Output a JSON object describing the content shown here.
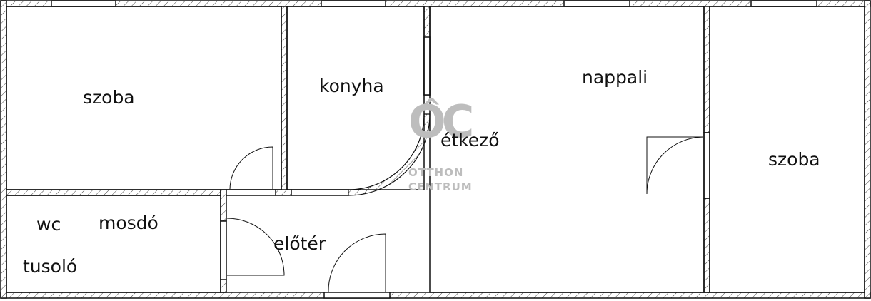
{
  "floor_plan": {
    "rooms": [
      {
        "id": "szoba-left",
        "label": "szoba"
      },
      {
        "id": "konyha",
        "label": "konyha"
      },
      {
        "id": "nappali",
        "label": "nappali"
      },
      {
        "id": "etkezo",
        "label": "étkező"
      },
      {
        "id": "szoba-right",
        "label": "szoba"
      },
      {
        "id": "wc",
        "label": "wc"
      },
      {
        "id": "mosdo",
        "label": "mosdó"
      },
      {
        "id": "tusolo",
        "label": "tusoló"
      },
      {
        "id": "eloter",
        "label": "előtér"
      }
    ],
    "watermark": {
      "mark": "OC",
      "line1": "OTTHON",
      "line2": "CENTRUM",
      "color": "#bdbdbd"
    },
    "colors": {
      "wall_line": "#111111",
      "hatch": "#333333",
      "background": "#ffffff"
    }
  }
}
